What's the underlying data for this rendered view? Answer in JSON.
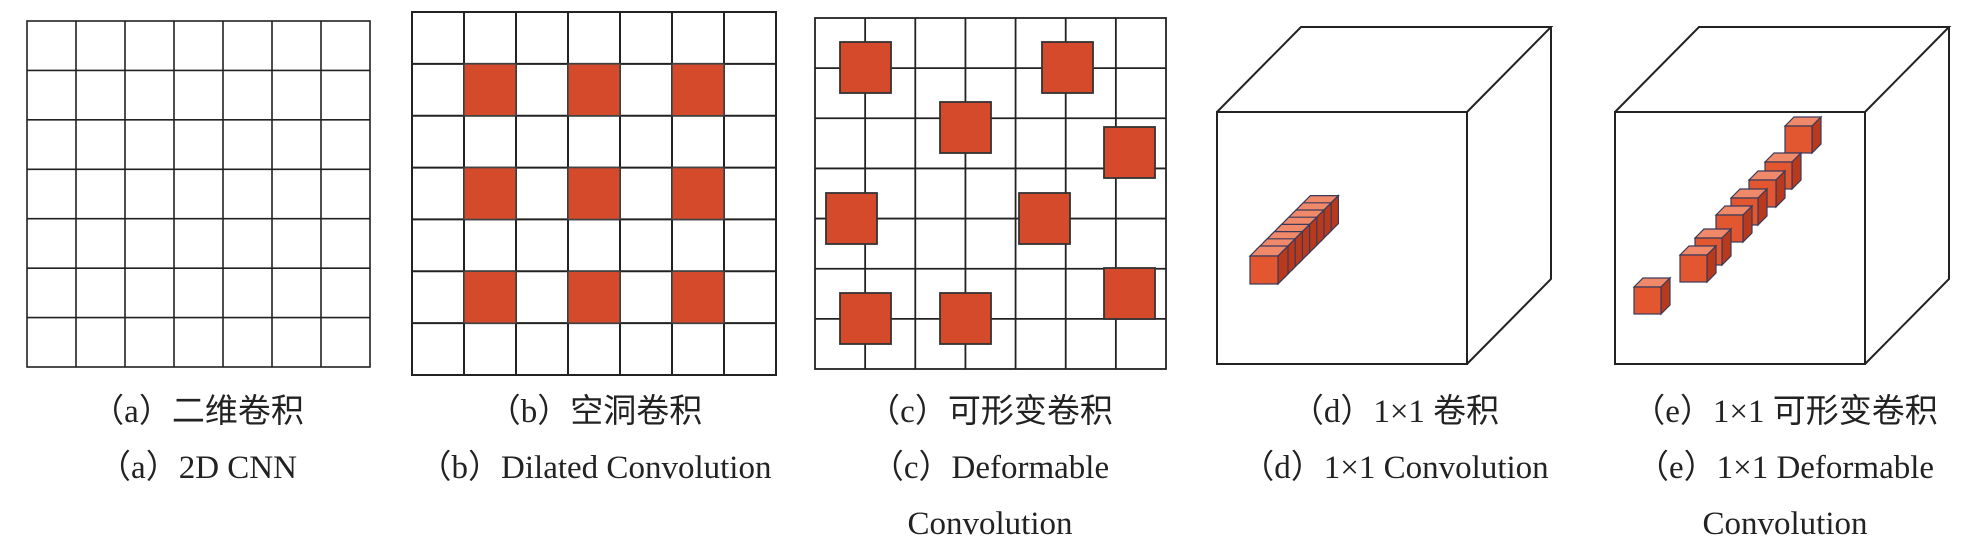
{
  "colors": {
    "cnn_fill": "#e8561b",
    "cell_fill": "#d64a2c",
    "cube_front": "#e2572f",
    "cube_top": "#f0896a",
    "cube_side": "#b8391c",
    "cube_edge": "#3a3a5a",
    "grid_line": "#222222"
  },
  "panels": [
    {
      "id": "a",
      "caption_cn": "（a）二维卷积",
      "caption_en": [
        "（a）2D CNN"
      ]
    },
    {
      "id": "b",
      "caption_cn": "（b）空洞卷积",
      "caption_en": [
        "（b）Dilated Convolution"
      ]
    },
    {
      "id": "c",
      "caption_cn": "（c）可形变卷积",
      "caption_en": [
        "（c）Deformable",
        "Convolution"
      ]
    },
    {
      "id": "d",
      "caption_cn": "（d）1×1 卷积",
      "caption_en": [
        "（d）1×1 Convolution"
      ]
    },
    {
      "id": "e",
      "caption_cn": "（e）1×1 可形变卷积",
      "caption_en": [
        "（e）1×1 Deformable",
        "Convolution"
      ]
    }
  ]
}
